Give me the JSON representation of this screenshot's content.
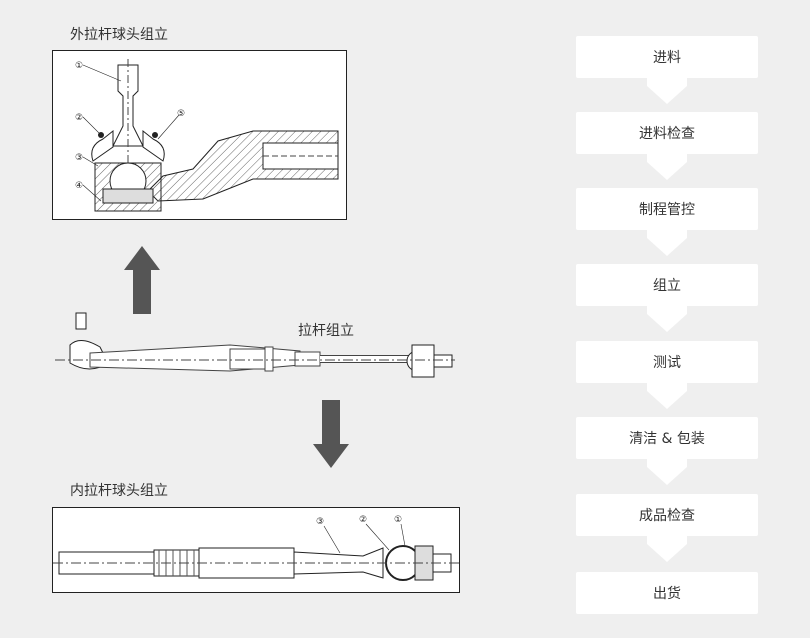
{
  "outer": {
    "title": "外拉杆球头组立",
    "callouts": [
      "①",
      "②",
      "③",
      "④",
      "⑤"
    ]
  },
  "middle": {
    "title": "拉杆组立"
  },
  "inner": {
    "title": "内拉杆球头组立",
    "callouts": [
      "③",
      "②",
      "①"
    ]
  },
  "process": {
    "steps": [
      {
        "label": "进料"
      },
      {
        "label": "进料检查"
      },
      {
        "label": "制程管控"
      },
      {
        "label": "组立"
      },
      {
        "label": "测试"
      },
      {
        "label": "清洁 & 包装"
      },
      {
        "label": "成品检查"
      },
      {
        "label": "出货"
      }
    ],
    "box_color": "#ffffff",
    "connector_color": "#ffffff"
  },
  "arrows": {
    "color": "#555555",
    "up": "arrow-up-icon",
    "down": "arrow-down-icon"
  }
}
